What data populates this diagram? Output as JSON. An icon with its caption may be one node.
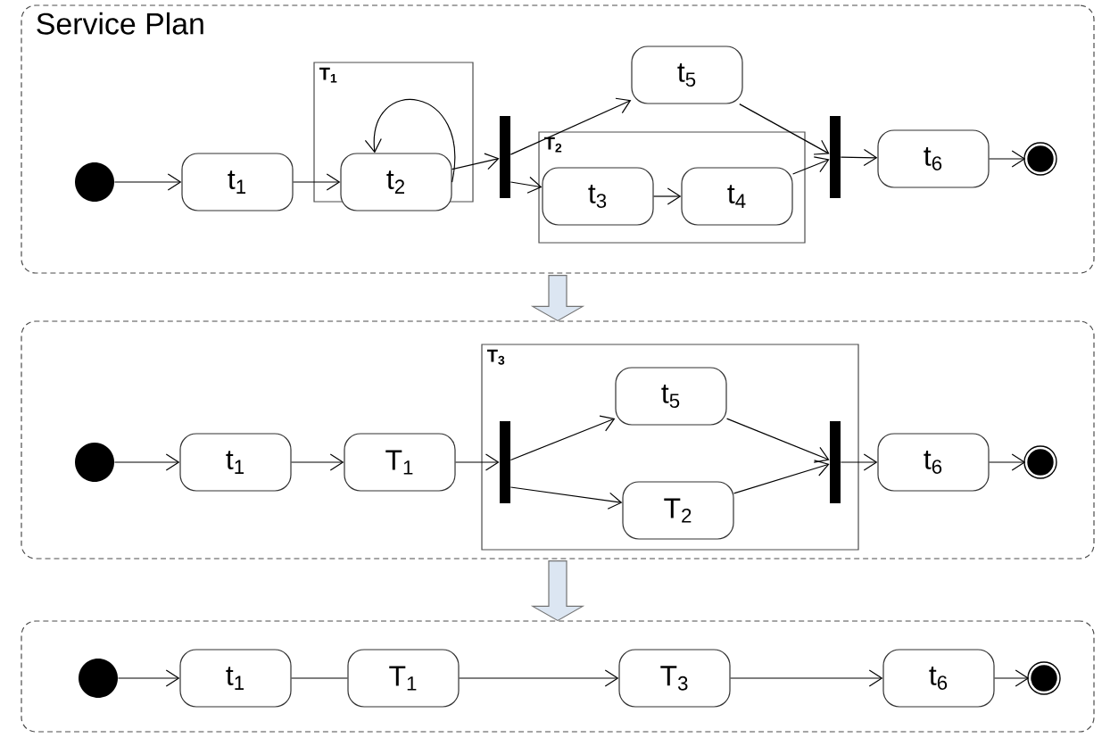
{
  "diagram": {
    "nodes": [
      {
        "text": [
          "Service Plan"
        ]
      },
      {
        "text": [],
        "shape": "circle",
        "in": 0
      },
      {
        "text": [
          "t$_{1}$"
        ],
        "in": 0
      },
      {
        "text": [
          "T$_{1}$"
        ],
        "in": 0
      },
      {
        "text": [
          "t$_{2}$"
        ],
        "in": 3
      },
      {
        "text": [],
        "shape": "bar",
        "in": 0
      },
      {
        "text": [
          "t$_{5}$"
        ],
        "in": 0
      },
      {
        "text": [
          "T$_{2}$"
        ],
        "in": 0
      },
      {
        "text": [
          "t$_{3}$"
        ],
        "in": 7
      },
      {
        "text": [
          "t$_{4}$"
        ],
        "in": 7
      },
      {
        "text": [],
        "shape": "bar",
        "in": 0
      },
      {
        "text": [
          "t$_{6}$"
        ],
        "in": 0
      },
      {
        "text": [],
        "shape": "circle",
        "in": 0
      },
      {
        "text": [],
        "shape": "box"
      },
      {
        "text": [],
        "shape": "circle",
        "in": 13
      },
      {
        "text": [
          "t$_{1}$"
        ],
        "in": 13
      },
      {
        "text": [
          "T$_{1}$"
        ],
        "in": 13
      },
      {
        "text": [
          "T$_{3}$"
        ],
        "in": 13
      },
      {
        "text": [],
        "shape": "bar",
        "in": 17
      },
      {
        "text": [
          "t$_{5}$"
        ],
        "in": 17
      },
      {
        "text": [
          "T$_{2}$"
        ],
        "in": 17
      },
      {
        "text": [],
        "shape": "bar",
        "in": 17
      },
      {
        "text": [
          "t$_{6}$"
        ],
        "in": 13
      },
      {
        "text": [],
        "shape": "circle",
        "in": 13
      },
      {
        "text": [],
        "shape": "box"
      },
      {
        "text": [],
        "shape": "circle",
        "in": 24
      },
      {
        "text": [
          "t$_{1}$"
        ],
        "in": 24
      },
      {
        "text": [
          "T$_{1}$"
        ],
        "in": 24
      },
      {
        "text": [
          "T$_{3}$"
        ],
        "in": 24
      },
      {
        "text": [
          "t$_{6}$"
        ],
        "in": 24
      },
      {
        "text": [],
        "shape": "circle",
        "in": 24
      }
    ],
    "edges": [
      {
        "from": 1,
        "to": 2,
        "arrow": "to"
      },
      {
        "from": 2,
        "to": 4,
        "arrow": "to"
      },
      {
        "from": 4,
        "to": 4,
        "arrow": "to"
      },
      {
        "from": 4,
        "to": 5,
        "arrow": "to"
      },
      {
        "from": 5,
        "to": 6,
        "arrow": "to"
      },
      {
        "from": 5,
        "to": 8,
        "arrow": "to"
      },
      {
        "from": 8,
        "to": 9,
        "arrow": "to"
      },
      {
        "from": 6,
        "to": 10,
        "arrow": "to"
      },
      {
        "from": 9,
        "to": 10,
        "arrow": "to"
      },
      {
        "from": 10,
        "to": 11,
        "arrow": "to"
      },
      {
        "from": 11,
        "to": 12,
        "arrow": "to"
      },
      {
        "from": 0,
        "to": 13,
        "arrow": "to",
        "style": "thick",
        "color": "#dce6f2"
      },
      {
        "from": 14,
        "to": 15,
        "arrow": "to"
      },
      {
        "from": 15,
        "to": 16,
        "arrow": "to"
      },
      {
        "from": 16,
        "to": 18,
        "arrow": "to"
      },
      {
        "from": 18,
        "to": 19,
        "arrow": "to"
      },
      {
        "from": 18,
        "to": 20,
        "arrow": "to"
      },
      {
        "from": 19,
        "to": 21,
        "arrow": "to"
      },
      {
        "from": 20,
        "to": 21,
        "arrow": "to"
      },
      {
        "from": 21,
        "to": 22,
        "arrow": "to"
      },
      {
        "from": 22,
        "to": 23,
        "arrow": "to"
      },
      {
        "from": 13,
        "to": 24,
        "arrow": "to",
        "style": "thick",
        "color": "#dce6f2"
      },
      {
        "from": 25,
        "to": 26,
        "arrow": "to"
      },
      {
        "from": 26,
        "to": 27,
        "arrow": "none"
      },
      {
        "from": 27,
        "to": 28,
        "arrow": "to"
      },
      {
        "from": 28,
        "to": 29,
        "arrow": "to"
      },
      {
        "from": 29,
        "to": 30,
        "arrow": "to"
      }
    ]
  }
}
